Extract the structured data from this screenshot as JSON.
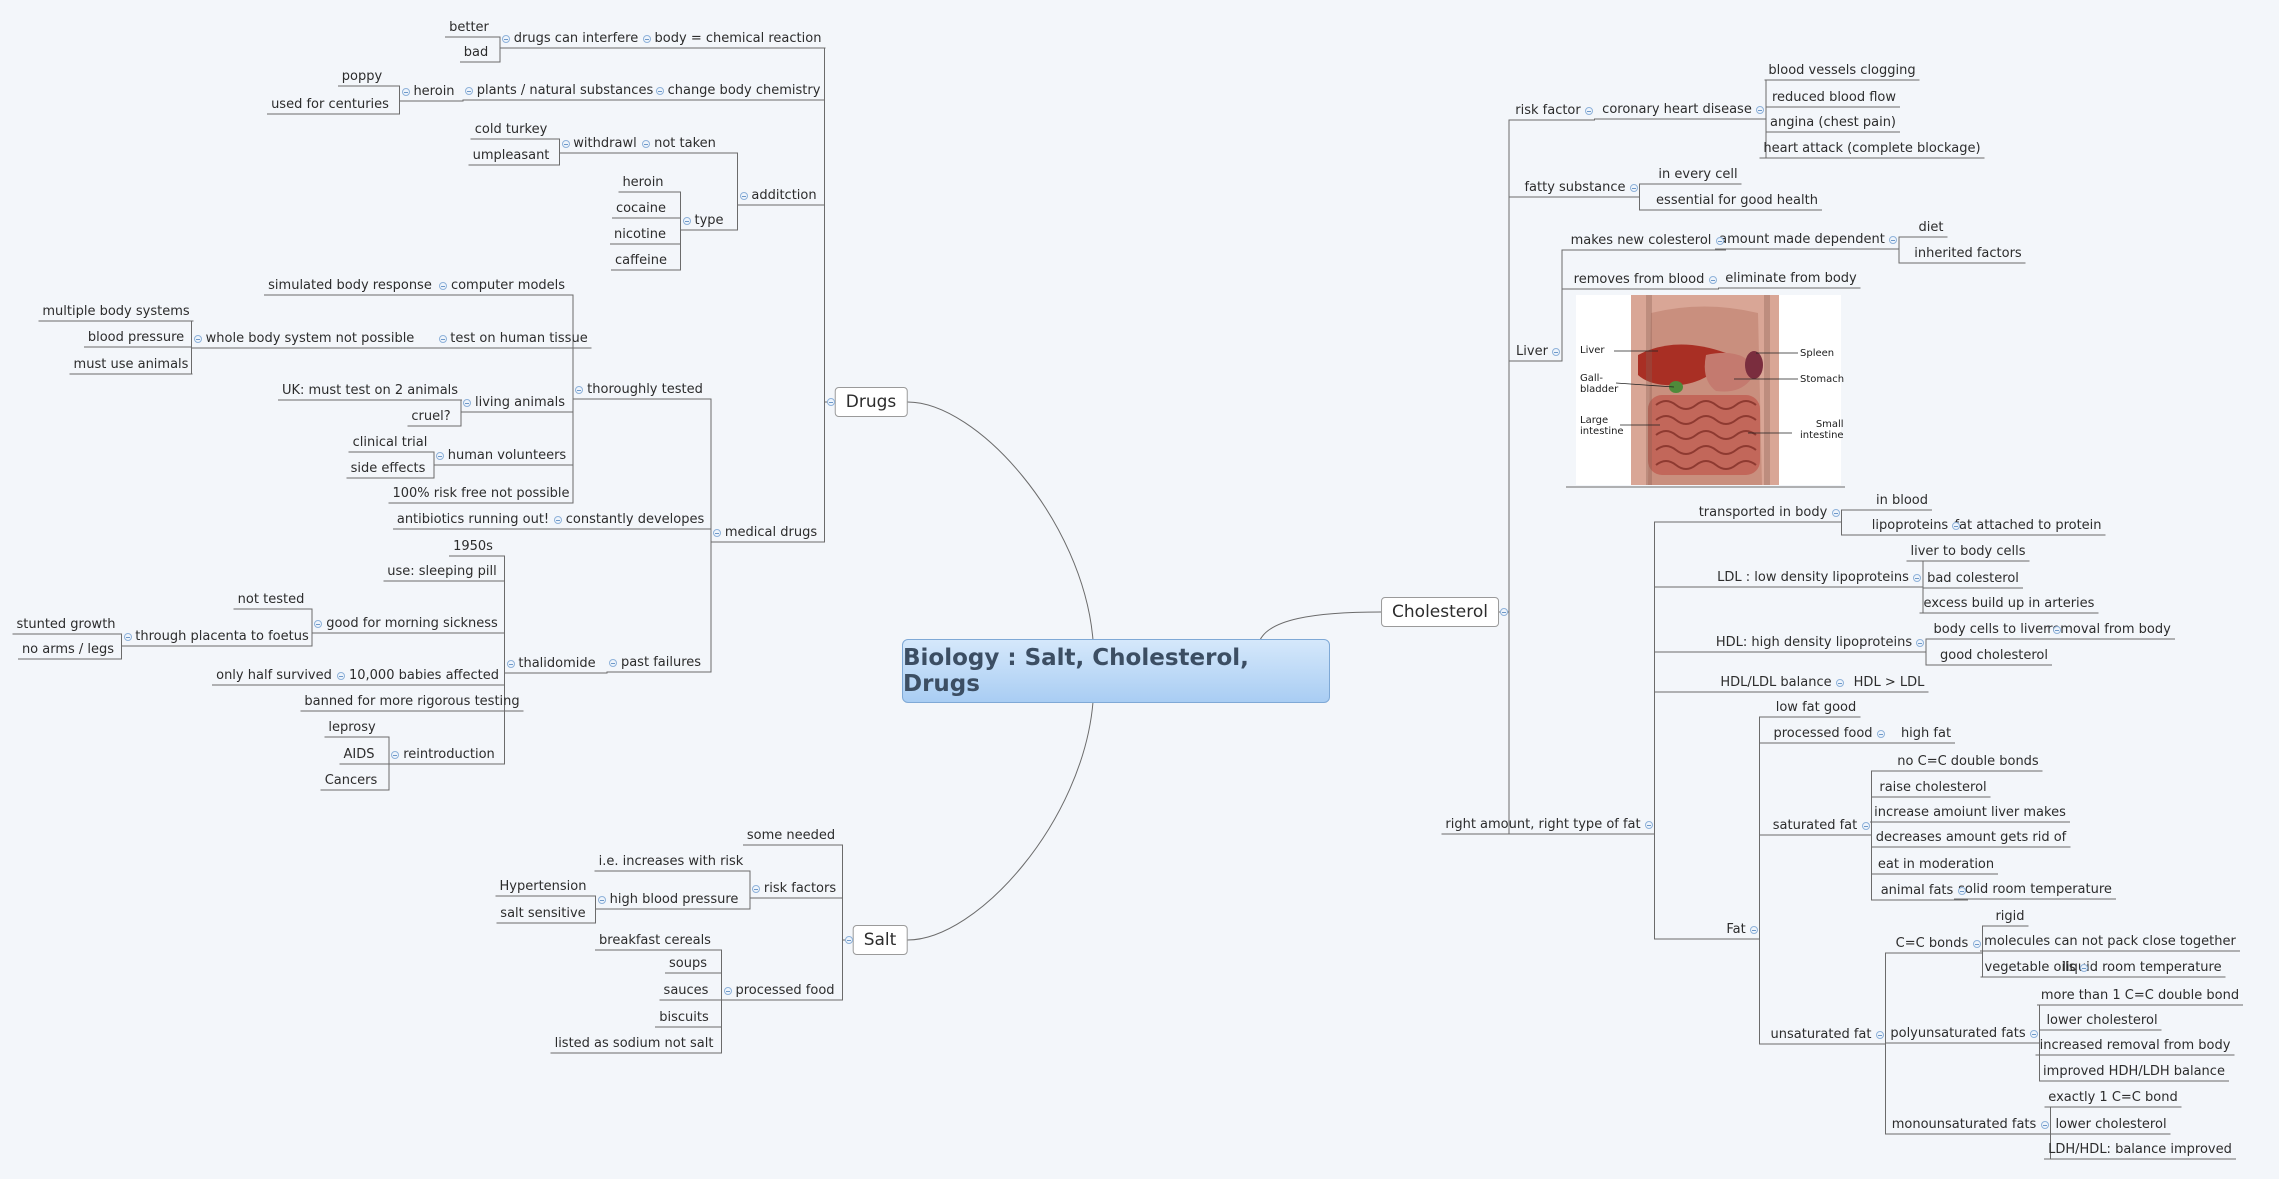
{
  "central_title": "Biology : Salt, Cholesterol, Drugs",
  "colors": {
    "line": "#6b6b6b",
    "central_fill": "#b8d7f6",
    "background": "#f3f6fa",
    "toggle": "#8fb2d9"
  },
  "branches": {
    "drugs": "Drugs",
    "salt": "Salt",
    "cholesterol": "Cholesterol"
  },
  "drugs": {
    "body_chem": "body = chemical reaction",
    "interfere": "drugs can interfere",
    "better": "better",
    "bad": "bad",
    "change": "change body chemistry",
    "plants": "plants / natural substances",
    "heroin": "heroin",
    "poppy": "poppy",
    "centuries": "used for centuries",
    "addiction": "additction",
    "not_taken": "not taken",
    "withdrawl": "withdrawl",
    "cold_turkey": "cold turkey",
    "umpleasant": "umpleasant",
    "type": "type",
    "t_heroin": "heroin",
    "t_cocaine": "cocaine",
    "t_nicotine": "nicotine",
    "t_caffeine": "caffeine",
    "medical": "medical drugs",
    "thoroughly": "thoroughly tested",
    "computer": "computer models",
    "simulated": "simulated body response",
    "human_tissue": "test on human tissue",
    "whole_body": "whole body system not possible",
    "multiple": "multiple body systems",
    "bp": "blood pressure",
    "must_animals": "must use animals",
    "living": "living animals",
    "uk": "UK: must test on 2 animals",
    "cruel": "cruel?",
    "volunteers": "human volunteers",
    "clinical": "clinical trial",
    "side": "side effects",
    "risk_free": "100% risk free not possible",
    "constantly": "constantly developes",
    "antibiotics": "antibiotics running out!",
    "past": "past failures",
    "thalidomide": "thalidomide",
    "y1950": "1950s",
    "sleeping": "use: sleeping pill",
    "morning": "good for morning sickness",
    "not_tested": "not tested",
    "placenta": "through placenta to foetus",
    "stunted": "stunted growth",
    "no_arms": "no arms / legs",
    "babies": "10,000 babies affected",
    "half": "only half survived",
    "banned": "banned for more rigorous testing",
    "reintro": "reintroduction",
    "leprosy": "leprosy",
    "aids": "AIDS",
    "cancers": "Cancers"
  },
  "salt": {
    "some_needed": "some needed",
    "risk_factors": "risk factors",
    "increases": "i.e. increases with risk",
    "hbp": "high blood pressure",
    "hypertension": "Hypertension",
    "sensitive": "salt sensitive",
    "processed": "processed food",
    "cereals": "breakfast cereals",
    "soups": "soups",
    "sauces": "sauces",
    "biscuits": "biscuits",
    "sodium": "listed as sodium not salt"
  },
  "cholesterol": {
    "risk_factor": "risk factor",
    "chd": "coronary heart disease",
    "clogging": "blood vessels clogging",
    "flow": "reduced blood flow",
    "angina": "angina (chest pain)",
    "attack": "heart attack (complete blockage)",
    "fatty": "fatty substance",
    "every_cell": "in every cell",
    "essential": "essential for good health",
    "liver": "Liver",
    "makes": "makes new colesterol",
    "dependent": "amount made dependent",
    "diet": "diet",
    "inherited": "inherited factors",
    "removes": "removes from blood",
    "eliminate": "eliminate from body",
    "img_liver": "Liver",
    "img_gall": "Gall-\nbladder",
    "img_large": "Large\nintestine",
    "img_spleen": "Spleen",
    "img_stomach": "Stomach",
    "img_small": "Small\nintestine",
    "right_amount": "right amount, right type of fat",
    "transported": "transported in body",
    "in_blood": "in blood",
    "lipoproteins": "lipoproteins",
    "fat_attached": "fat attached to protein",
    "ldl": "LDL : low density lipoproteins",
    "liver_cells": "liver to body cells",
    "bad_chol": "bad colesterol",
    "excess": "excess build up in arteries",
    "hdl": "HDL: high density lipoproteins",
    "cells_liver": "body cells to liver",
    "removal": "removal from body",
    "good_chol": "good cholesterol",
    "balance": "HDL/LDL balance",
    "hdl_gt": "HDL > LDL",
    "fat": "Fat",
    "low_fat": "low fat good",
    "proc_food": "processed food",
    "high_fat": "high fat",
    "saturated": "saturated fat",
    "no_cc": "no C=C double bonds",
    "raise": "raise cholesterol",
    "increase_liver": "increase amoiunt liver makes",
    "decreases": "decreases amount gets rid of",
    "moderation": "eat in moderation",
    "animal": "animal fats",
    "solid": "solid room temperature",
    "unsaturated": "unsaturated fat",
    "cc_bonds": "C=C bonds",
    "rigid": "rigid",
    "molecules": "molecules can not pack close together",
    "veg_oils": "vegetable oils",
    "liquid": "liquid room temperature",
    "poly": "polyunsaturated fats",
    "more_than": "more than 1 C=C double bond",
    "lower1": "lower cholesterol",
    "increased_removal": "increased removal from body",
    "improved": "improved HDH/LDH balance",
    "mono": "monounsaturated fats",
    "exactly": "exactly 1 C=C bond",
    "lower2": "lower cholesterol",
    "ldl_hdl": "LDH/HDL: balance improved"
  }
}
